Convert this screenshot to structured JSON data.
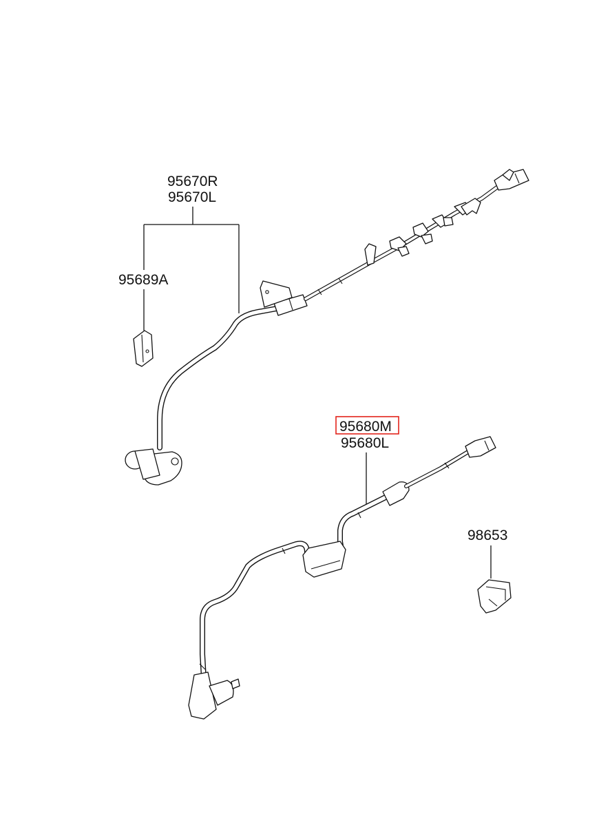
{
  "callouts": {
    "upper_harness_r": "95670R",
    "upper_harness_l": "95670L",
    "clip_upper": "95689A",
    "lower_harness_m": "95680M",
    "lower_harness_l": "95680L",
    "clip_lower": "98653"
  },
  "highlight": {
    "part": "95680M",
    "color": "#e2231a"
  }
}
